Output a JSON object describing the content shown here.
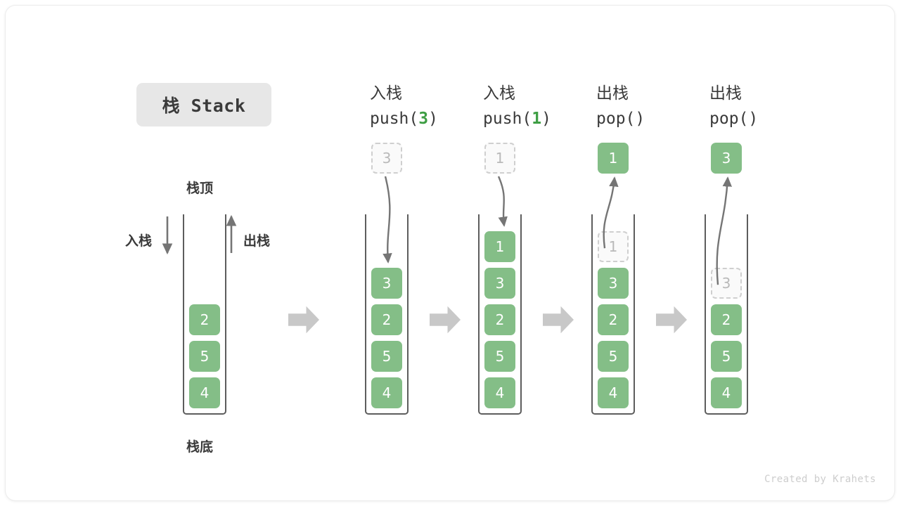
{
  "title": {
    "text": "栈 Stack"
  },
  "colors": {
    "cell_green": "#84be87",
    "accent_green": "#3e9e44",
    "container_stroke": "#5d5d5d",
    "ghost_border": "#cfcfcf",
    "ghost_text": "#b9b9b9",
    "arrow_gray": "#757575",
    "block_arrow": "#c8c8c8",
    "pill_bg": "#e7e7e7",
    "text_dark": "#3a3a3a",
    "credit_gray": "#cdcdcd"
  },
  "base_stack": {
    "top_label": "栈顶",
    "bottom_label": "栈底",
    "push_label": "入栈",
    "pop_label": "出栈",
    "cells": [
      "2",
      "5",
      "4"
    ]
  },
  "steps": [
    {
      "op_cn": "入栈",
      "op_code_prefix": "push(",
      "op_code_arg": "3",
      "op_code_suffix": ")",
      "kind": "push",
      "floating": {
        "value": "3",
        "style": "ghost"
      },
      "cells": [
        {
          "value": "3",
          "style": "solid"
        },
        {
          "value": "2",
          "style": "solid"
        },
        {
          "value": "5",
          "style": "solid"
        },
        {
          "value": "4",
          "style": "solid"
        }
      ]
    },
    {
      "op_cn": "入栈",
      "op_code_prefix": "push(",
      "op_code_arg": "1",
      "op_code_suffix": ")",
      "kind": "push",
      "floating": {
        "value": "1",
        "style": "ghost"
      },
      "cells": [
        {
          "value": "1",
          "style": "solid"
        },
        {
          "value": "3",
          "style": "solid"
        },
        {
          "value": "2",
          "style": "solid"
        },
        {
          "value": "5",
          "style": "solid"
        },
        {
          "value": "4",
          "style": "solid"
        }
      ]
    },
    {
      "op_cn": "出栈",
      "op_code_prefix": "pop(",
      "op_code_arg": "",
      "op_code_suffix": ")",
      "kind": "pop",
      "floating": {
        "value": "1",
        "style": "solid"
      },
      "cells": [
        {
          "value": "1",
          "style": "ghost"
        },
        {
          "value": "3",
          "style": "solid"
        },
        {
          "value": "2",
          "style": "solid"
        },
        {
          "value": "5",
          "style": "solid"
        },
        {
          "value": "4",
          "style": "solid"
        }
      ]
    },
    {
      "op_cn": "出栈",
      "op_code_prefix": "pop(",
      "op_code_arg": "",
      "op_code_suffix": ")",
      "kind": "pop",
      "floating": {
        "value": "3",
        "style": "solid"
      },
      "cells": [
        {
          "value": "3",
          "style": "ghost"
        },
        {
          "value": "2",
          "style": "solid"
        },
        {
          "value": "5",
          "style": "solid"
        },
        {
          "value": "4",
          "style": "solid"
        }
      ]
    }
  ],
  "transition_arrows": 4,
  "credit": "Created by Krahets"
}
